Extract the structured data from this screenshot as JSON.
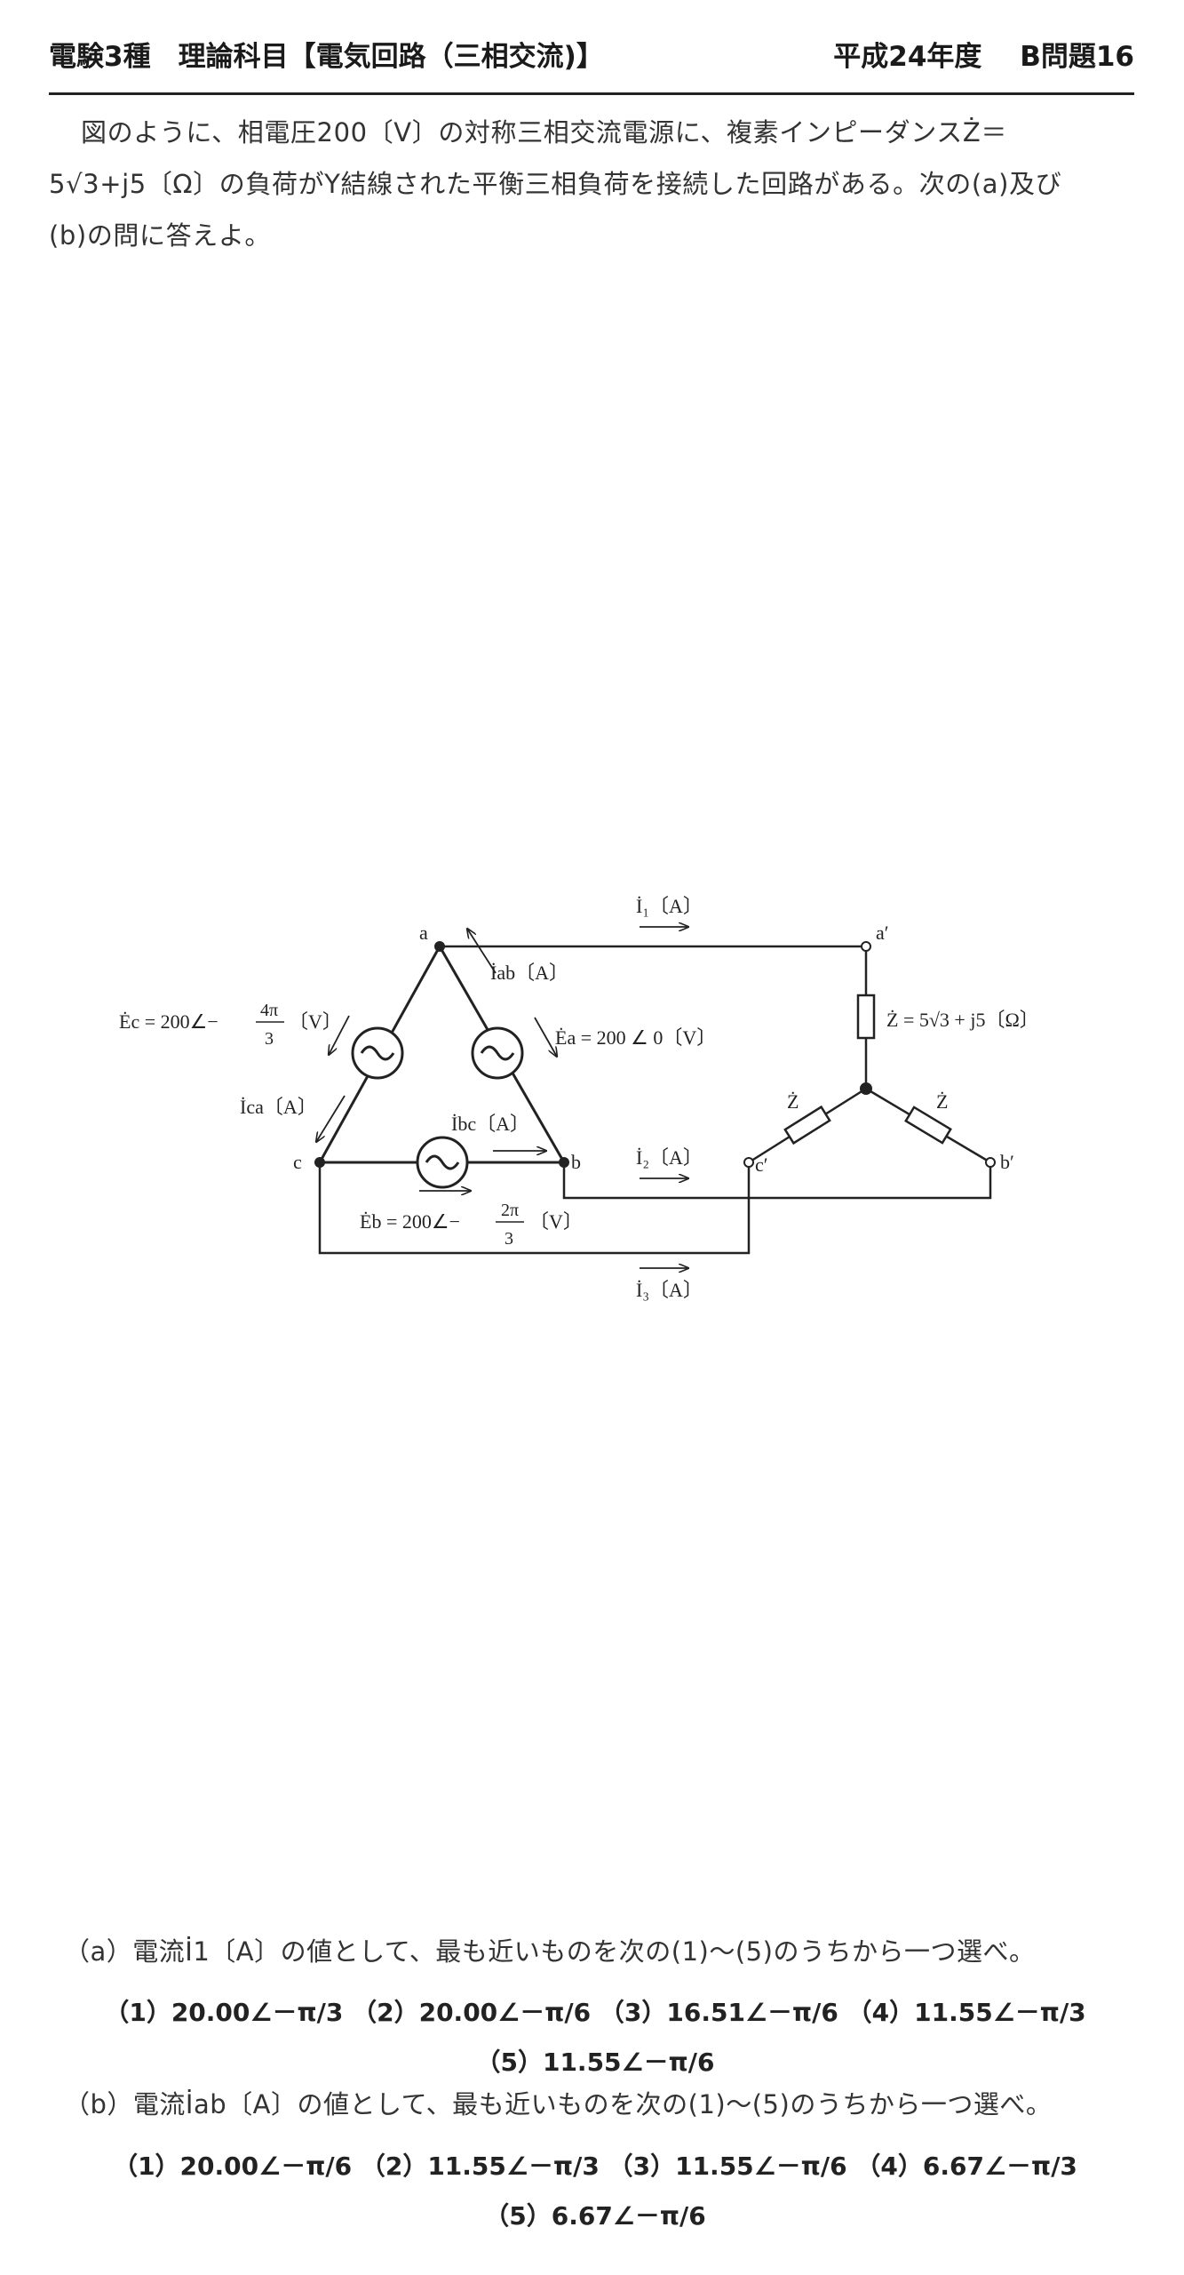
{
  "header": {
    "left": "電験3種　理論科目【電気回路（三相交流)】",
    "right_year": "平成24年度",
    "right_problem": "B問題16"
  },
  "intro": {
    "line1": "図のように、相電圧200〔V〕の対称三相交流電源に、複素インピーダンスŻ＝",
    "line2_a": "5",
    "line2_b": "3+j5〔Ω〕の負荷がY結線された平衡三相負荷を接続した回路がある。次の(a)及び",
    "line3": "(b)の問に答えよ。"
  },
  "figure": {
    "node_a": "a",
    "node_b": "b",
    "node_c": "c",
    "node_a2": "a′",
    "node_b2": "b′",
    "node_c2": "c′",
    "I1": "İ₁〔A〕",
    "I2": "İ₂〔A〕",
    "I3": "İ₃〔A〕",
    "Iab": "İab〔A〕",
    "Ibc": "İbc〔A〕",
    "Ica": "İca〔A〕",
    "Ea": "Ėa = 200 ∠ 0〔V〕",
    "Eb_pre": "Ėb = 200∠−",
    "Eb_num": "2π",
    "Eb_den": "3",
    "Eb_unit": "〔V〕",
    "Ec_pre": "Ėc = 200∠−",
    "Ec_num": "4π",
    "Ec_den": "3",
    "Ec_unit": "〔V〕",
    "Z_label": "Ż = 5√3 + j5〔Ω〕",
    "Z_short": "Ż"
  },
  "question_a": {
    "text": "（a）電流İ1〔A〕の値として、最も近いものを次の(1)～(5)のうちから一つ選べ。",
    "options": [
      "（1）20.00∠－π/3",
      "（2）20.00∠－π/6",
      "（3）16.51∠－π/6",
      "（4）11.55∠－π/3",
      "（5）11.55∠－π/6"
    ]
  },
  "question_b": {
    "text": "（b）電流İab〔A〕の値として、最も近いものを次の(1)～(5)のうちから一つ選べ。",
    "options": [
      "（1）20.00∠－π/6",
      "（2）11.55∠－π/3",
      "（3）11.55∠－π/6",
      "（4）6.67∠－π/3",
      "（5）6.67∠－π/6"
    ]
  }
}
